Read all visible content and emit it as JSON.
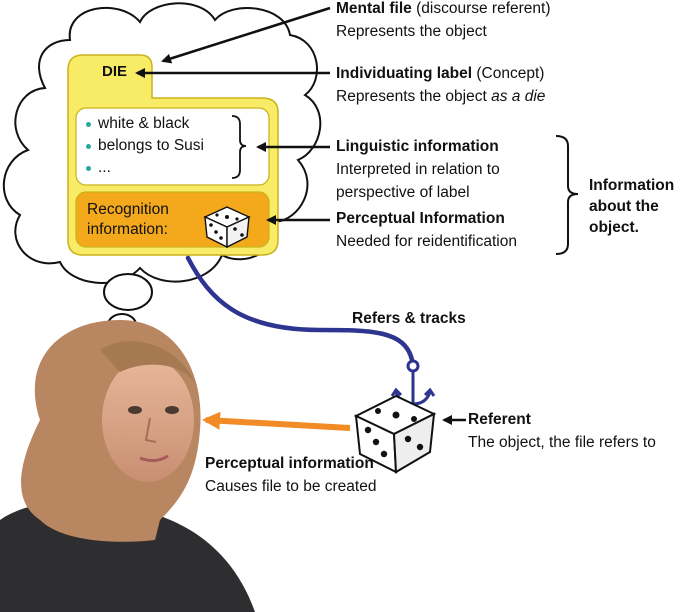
{
  "card": {
    "title": "DIE",
    "bullets": [
      "white & black",
      "belongs to Susi",
      "..."
    ],
    "recognition_label": "Recognition information:"
  },
  "labels": {
    "mental_file_title": "Mental file",
    "mental_file_paren": "(discourse referent)",
    "mental_file_desc": "Represents the object",
    "individuating_title": "Individuating label",
    "individuating_paren": "(Concept)",
    "individuating_desc": "Represents the object",
    "individuating_desc_italic": "as a die",
    "linguistic_title": "Linguistic information",
    "linguistic_desc1": "Interpreted in relation to",
    "linguistic_desc2": "perspective of label",
    "perceptual_title": "Perceptual Information",
    "perceptual_desc": "Needed for reidentification",
    "info_group_line1": "Information",
    "info_group_line2": "about the",
    "info_group_line3": "object.",
    "refers_tracks": "Refers & tracks",
    "referent_title": "Referent",
    "referent_desc": "The object, the file refers to",
    "perc_info_title": "Perceptual information",
    "perc_info_desc": "Causes file to be created"
  },
  "colors": {
    "card_yellow": "#f8ec66",
    "card_border": "#c9b21b",
    "orange_box": "#f4a81c",
    "tracking_line": "#2e3591",
    "orange_arrow": "#f28a25",
    "bullet_teal": "#2aa6a1"
  },
  "icons": [
    "thought-cloud-icon",
    "die-icon",
    "anchor-icon",
    "woman-portrait"
  ]
}
